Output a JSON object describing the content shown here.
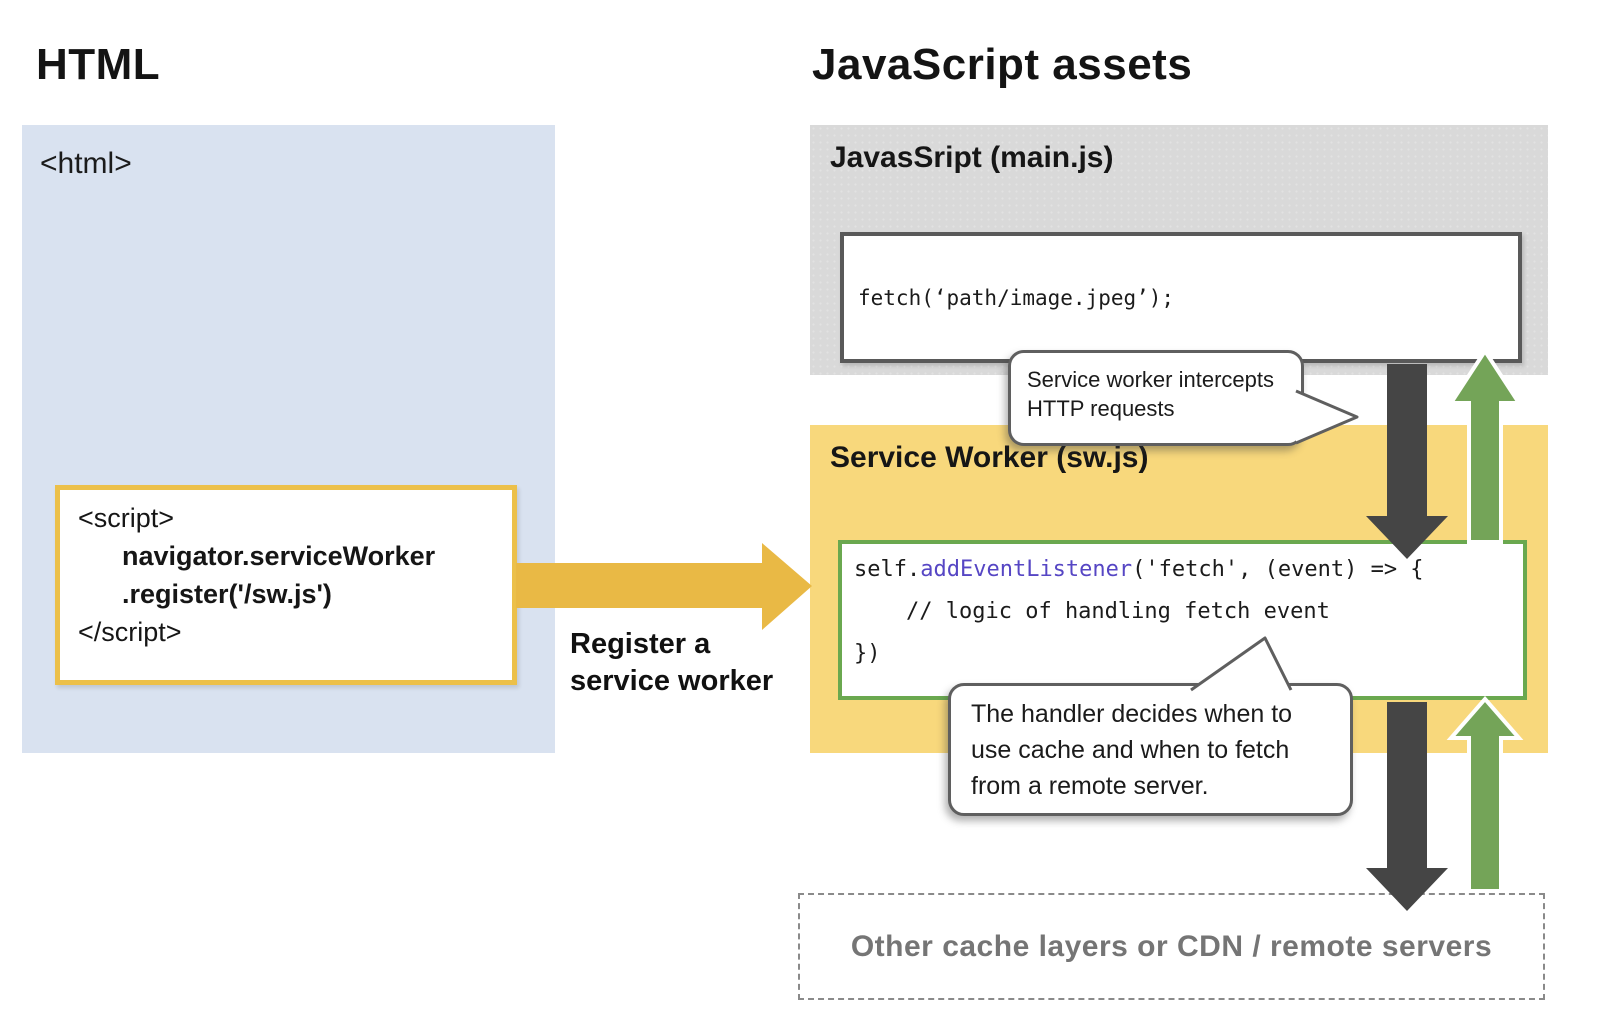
{
  "headings": {
    "left": "HTML",
    "right": "JavaScript assets"
  },
  "html_panel": {
    "tag_label": "<html>",
    "script_lines": [
      "<script>",
      "navigator.serviceWorker",
      ".register('/sw.js')",
      "</script>"
    ]
  },
  "register_arrow": {
    "label_line1": "Register a",
    "label_line2": "service worker"
  },
  "main_js_panel": {
    "title": "JavasSript (main.js)",
    "code": "fetch(‘path/image.jpeg’);"
  },
  "service_worker_panel": {
    "title": "Service Worker (sw.js)",
    "code_line1_prefix": "self.",
    "code_line1_keyword": "addEventListener",
    "code_line1_suffix": "('fetch', (event) => {",
    "code_line2": "// logic of handling fetch event",
    "code_line3": "})"
  },
  "callouts": {
    "intercept": "Service worker intercepts HTTP requests",
    "handler": "The handler decides when to use cache and when to fetch from a remote server."
  },
  "cache_box": {
    "label": "Other cache layers or CDN / remote servers"
  },
  "colors": {
    "panel_blue": "#d9e2f0",
    "panel_gray": "#d9d9d9",
    "panel_yellow": "#f8d87c",
    "accent_yellow": "#e9b945",
    "yellow_border": "#ecc04a",
    "arrow_dark": "#454545",
    "arrow_green": "#74a458",
    "code_border_green": "#6aa84f",
    "code_keyword_purple": "#5646c4",
    "muted_text": "#757575"
  }
}
